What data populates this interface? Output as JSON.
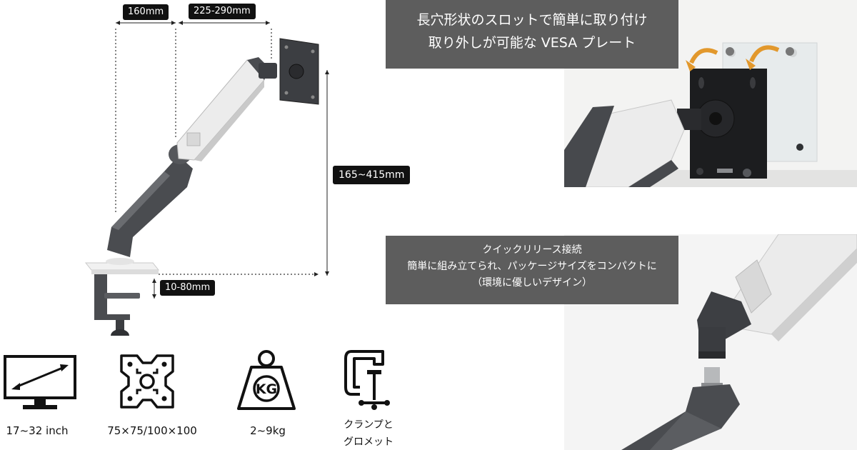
{
  "dimensions": {
    "arm_length_1": "160mm",
    "arm_length_2": "225-290mm",
    "height_range": "165~415mm",
    "desk_thickness": "10-80mm"
  },
  "features": {
    "vesa_plate": {
      "line1": "長穴形状のスロットで簡単に取り付け",
      "line2": "取り外しが可能な VESA プレート"
    },
    "quick_release": {
      "title": "クイックリリース接続",
      "line1": "簡単に組み立てられ、パッケージサイズをコンパクトに",
      "line2": "（環境に優しいデザイン）"
    }
  },
  "specs": [
    {
      "icon": "monitor-size-icon",
      "label": "17~32 inch"
    },
    {
      "icon": "vesa-pattern-icon",
      "label": "75×75/100×100"
    },
    {
      "icon": "weight-icon",
      "label": "2~9kg"
    },
    {
      "icon": "clamp-icon",
      "label_line1": "クランプと",
      "label_line2": "グロメット"
    }
  ],
  "colors": {
    "banner_bg": "#5d5d5d",
    "tag_bg": "#111111",
    "arm_gray": "#4a4c50",
    "arm_white": "#e9e9e9"
  }
}
